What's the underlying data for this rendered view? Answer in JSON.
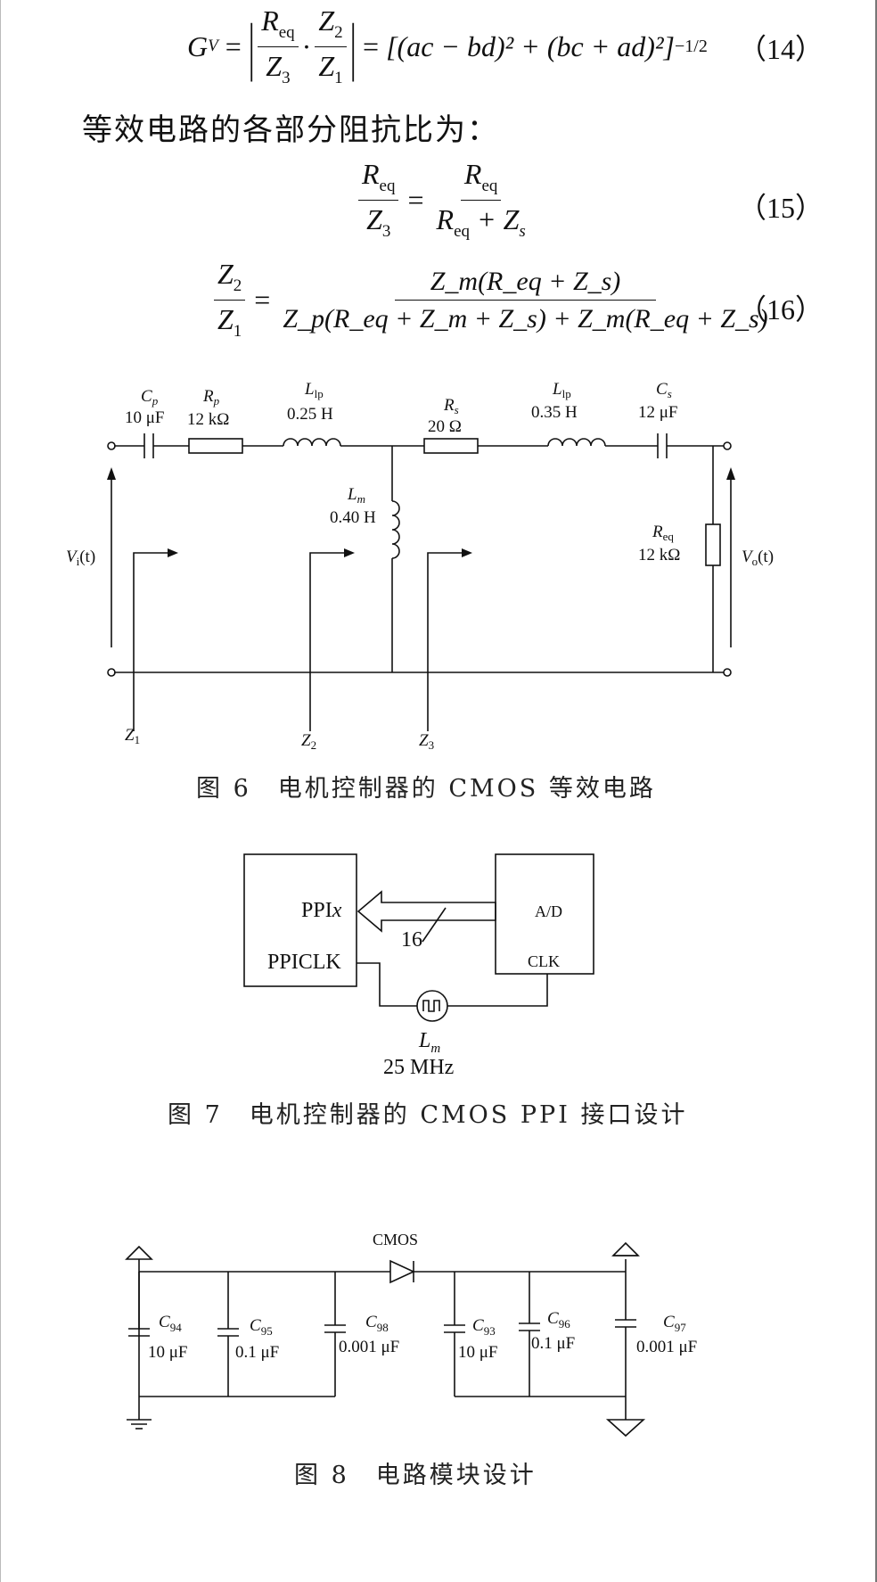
{
  "equations": {
    "eq14": {
      "lhs": "G",
      "lhs_sub": "V",
      "r_eq": "R",
      "eq_sub": "eq",
      "z3": "Z",
      "z3_sub": "3",
      "z2": "Z",
      "z2_sub": "2",
      "z1": "Z",
      "z1_sub": "1",
      "rhs": "[(ac − bd)² + (bc + ad)²]",
      "exponent": "−1/2",
      "number": "（14）"
    },
    "eq15": {
      "num_left": "R",
      "num_left_sub": "eq",
      "den_left": "Z",
      "den_left_sub": "3",
      "num_right": "R",
      "num_right_sub": "eq",
      "den_right": "R",
      "den_right_sub": "eq",
      "den_right_tail": "+ Z",
      "den_right_tail_sub": "s",
      "number": "（15）"
    },
    "eq16": {
      "num_left": "Z",
      "num_left_sub": "2",
      "den_left": "Z",
      "den_left_sub": "1",
      "numerator": "Z_m(R_eq + Z_s)",
      "denominator": "Z_p(R_eq + Z_m + Z_s) + Z_m(R_eq + Z_s)",
      "number": "（16）"
    }
  },
  "paragraph": "等效电路的各部分阻抗比为：",
  "figure6": {
    "caption": "图 6　电机控制器的 CMOS 等效电路",
    "components": [
      {
        "symbol": "C",
        "sub": "p",
        "value": "10 μF"
      },
      {
        "symbol": "R",
        "sub": "p",
        "value": "12 kΩ"
      },
      {
        "symbol": "L",
        "sub": "lp",
        "value": "0.25 H"
      },
      {
        "symbol": "R",
        "sub": "s",
        "value": "20 Ω"
      },
      {
        "symbol": "L",
        "sub": "lp",
        "value": "0.35 H"
      },
      {
        "symbol": "C",
        "sub": "s",
        "value": "12 μF"
      },
      {
        "symbol": "L",
        "sub": "m",
        "value": "0.40 H"
      },
      {
        "symbol": "R",
        "sub": "eq",
        "value": "12 kΩ"
      }
    ],
    "vin": "V",
    "vin_sub": "i",
    "vin_arg": "(t)",
    "vout": "V",
    "vout_sub": "o",
    "vout_arg": "(t)",
    "z_labels": [
      {
        "symbol": "Z",
        "sub": "1"
      },
      {
        "symbol": "Z",
        "sub": "2"
      },
      {
        "symbol": "Z",
        "sub": "3"
      }
    ]
  },
  "figure7": {
    "caption": "图 7　电机控制器的 CMOS  PPI 接口设计",
    "left_port_1": "PPI",
    "left_port_1_x": "x",
    "left_port_2": "PPICLK",
    "right_label_1": "A/D",
    "right_label_2": "CLK",
    "bus_width": "16",
    "osc_symbol": "L",
    "osc_sub": "m",
    "osc_freq": "25 MHz"
  },
  "figure8": {
    "caption": "图 8　电路模块设计",
    "diode_label": "CMOS",
    "capacitors": [
      {
        "symbol": "C",
        "sub": "94",
        "value": "10 μF"
      },
      {
        "symbol": "C",
        "sub": "95",
        "value": "0.1 μF"
      },
      {
        "symbol": "C",
        "sub": "98",
        "value": "0.001 μF"
      },
      {
        "symbol": "C",
        "sub": "93",
        "value": "10 μF"
      },
      {
        "symbol": "C",
        "sub": "96",
        "value": "0.1 μF"
      },
      {
        "symbol": "C",
        "sub": "97",
        "value": "0.001 μF"
      }
    ]
  }
}
